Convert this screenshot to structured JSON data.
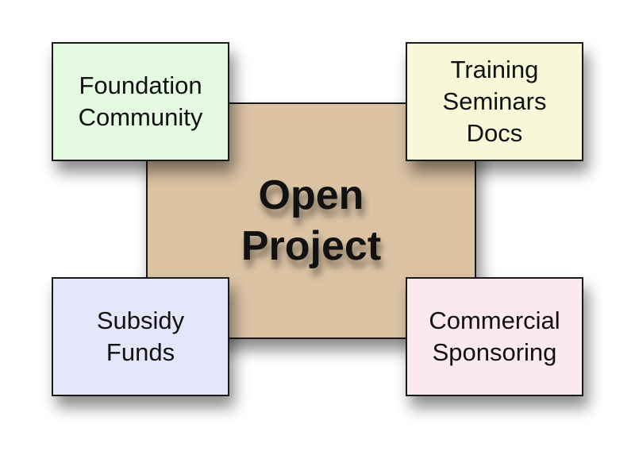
{
  "diagram": {
    "center": {
      "lines": [
        "Open",
        "Project"
      ],
      "color": "#dcc3a4"
    },
    "top_left": {
      "lines": [
        "Foundation",
        "Community"
      ],
      "color": "#e4fbe2"
    },
    "top_right": {
      "lines": [
        "Training",
        "Seminars",
        "Docs"
      ],
      "color": "#f6f8d8"
    },
    "bottom_left": {
      "lines": [
        "Subsidy",
        "Funds"
      ],
      "color": "#e6e6fa"
    },
    "bottom_right": {
      "lines": [
        "Commercial",
        "Sponsoring"
      ],
      "color": "#fbe8f1"
    },
    "border_color": "#1a1a1a"
  }
}
